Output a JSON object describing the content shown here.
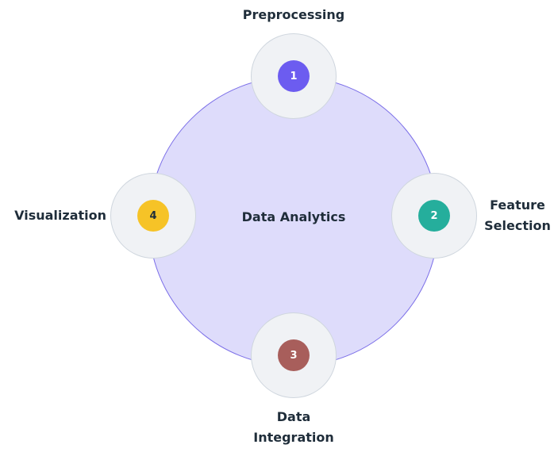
{
  "diagram": {
    "center_label": "Data Analytics",
    "steps": [
      {
        "number": "1",
        "label_lines": [
          "Preprocessing"
        ],
        "color": "#6c5cf0"
      },
      {
        "number": "2",
        "label_lines": [
          "Feature",
          "Selection"
        ],
        "color": "#25ae9c"
      },
      {
        "number": "3",
        "label_lines": [
          "Data",
          "Integration"
        ],
        "color": "#a85e5b"
      },
      {
        "number": "4",
        "label_lines": [
          "Visualization"
        ],
        "color": "#f6c327"
      }
    ],
    "colors": {
      "hub_fill": "#dedcfb",
      "hub_stroke": "#7b6ee8",
      "node_fill": "#f0f2f5",
      "node_stroke": "#cfd6de",
      "text": "#1f2d3a",
      "badge_4_text": "#1f2d3a"
    }
  }
}
